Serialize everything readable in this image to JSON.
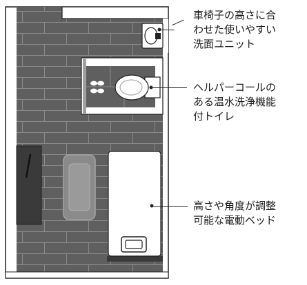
{
  "annotations": [
    {
      "id": "sink",
      "text": "車椅子の高さに合\nわせた使いやすい\n洗面ユニット"
    },
    {
      "id": "toilet",
      "text": "ヘルパーコールの\nある温水洗浄機能\n付トイレ"
    },
    {
      "id": "bed",
      "text": "高さや角度が調整\n可能な電動ベッド"
    }
  ],
  "colors": {
    "floor": "#5f5f5f",
    "brick_line": "#888888",
    "wall": "#ffffff",
    "outline": "#1f1f1f",
    "fixture": "#ffffff",
    "sofa": "#8a8a8a",
    "cabinet": "#3a3a3a"
  },
  "icons": [
    "sink-icon",
    "toilet-icon",
    "bed-icon",
    "sofa-icon",
    "cabinet-icon",
    "slippers-icon"
  ]
}
